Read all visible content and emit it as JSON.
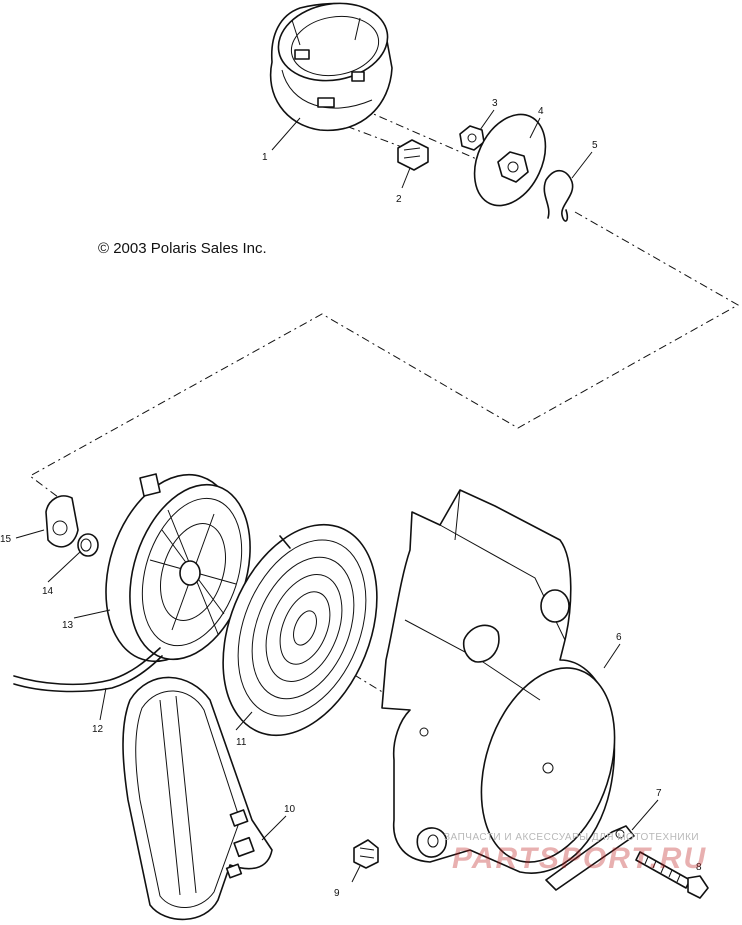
{
  "copyright": "© 2003 Polaris Sales Inc.",
  "watermark": {
    "caption": "ЗАПЧАСТИ И АКСЕССУАРЫ ДЛЯ МОТОТЕХНИКИ",
    "logo": "PARTSPORT.RU"
  },
  "callouts": {
    "c1": "1",
    "c2": "2",
    "c3": "3",
    "c4": "4",
    "c5": "5",
    "c6": "6",
    "c7": "7",
    "c8": "8",
    "c9": "9",
    "c10": "10",
    "c11": "11",
    "c12": "12",
    "c13": "13",
    "c14": "14",
    "c15": "15"
  },
  "colors": {
    "line": "#111111",
    "watermark_logo": "#be1e1e",
    "watermark_caption": "#b8b8b8"
  }
}
